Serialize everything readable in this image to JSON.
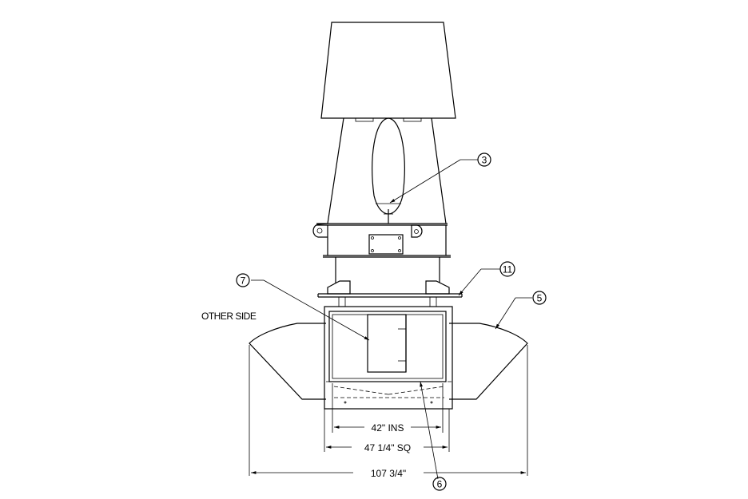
{
  "labels": {
    "other_side": "OTHER SIDE"
  },
  "dimensions": {
    "inside": "42\" INS",
    "square": "47 1/4\" SQ",
    "overall": "107 3/4\""
  },
  "callouts": {
    "c3": "3",
    "c5": "5",
    "c6": "6",
    "c7": "7",
    "c11": "11"
  }
}
